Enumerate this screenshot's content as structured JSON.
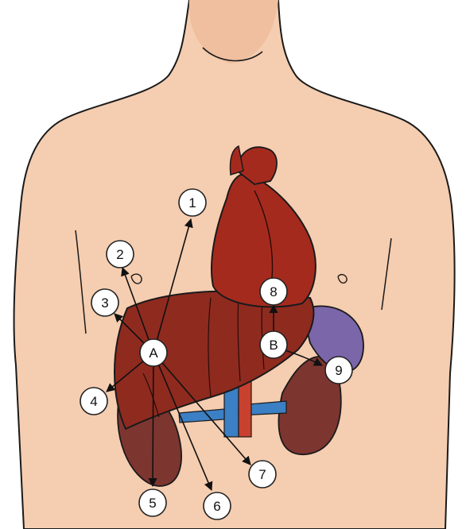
{
  "figure": {
    "hub_labels": {
      "A": "A",
      "B": "B"
    },
    "callouts": [
      {
        "id": "1",
        "label": "1"
      },
      {
        "id": "2",
        "label": "2"
      },
      {
        "id": "3",
        "label": "3"
      },
      {
        "id": "4",
        "label": "4"
      },
      {
        "id": "5",
        "label": "5"
      },
      {
        "id": "6",
        "label": "6"
      },
      {
        "id": "7",
        "label": "7"
      },
      {
        "id": "8",
        "label": "8"
      },
      {
        "id": "9",
        "label": "9"
      }
    ]
  },
  "colors": {
    "skin": "#f5cdb0",
    "skin_shadow": "#e8a886",
    "liver": "#8f2a1f",
    "heart": "#a52a1e",
    "kidney": "#7d3530",
    "spleen": "#7a66a8",
    "vessel_blue": "#3b7fc4",
    "vessel_red": "#c8412e"
  }
}
